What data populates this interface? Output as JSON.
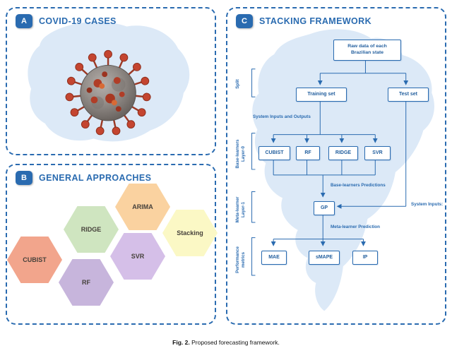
{
  "colors": {
    "accent": "#2a6bb0",
    "map_fill": "#dce9f7"
  },
  "panel_a": {
    "badge": "A",
    "title": "COVID-19 CASES"
  },
  "panel_b": {
    "badge": "B",
    "title": "GENERAL APPROACHES",
    "hexagons": [
      {
        "label": "CUBIST",
        "color": "#f2a58c"
      },
      {
        "label": "RIDGE",
        "color": "#cfe5c0"
      },
      {
        "label": "ARIMA",
        "color": "#fad2a0"
      },
      {
        "label": "RF",
        "color": "#c7b5dc"
      },
      {
        "label": "SVR",
        "color": "#d5bfe8"
      },
      {
        "label": "Stacking",
        "color": "#fbf8c5"
      }
    ]
  },
  "panel_c": {
    "badge": "C",
    "title": "STACKING FRAMEWORK",
    "nodes": {
      "raw_line1": "Raw data of each",
      "raw_line2": "Brazilian state",
      "training": "Training set",
      "test": "Test set",
      "cubist": "CUBIST",
      "rf": "RF",
      "ridge": "RIDGE",
      "svr": "SVR",
      "gp": "GP",
      "mae": "MAE",
      "smape": "sMAPE",
      "ip": "IP"
    },
    "labels": {
      "split": "Split",
      "system_io": "System Inputs and Outputs",
      "base_layer_line1": "Base-learners",
      "base_layer_line2": "Layer-0",
      "base_predictions": "Base-learners Predictions",
      "meta_layer_line1": "Meta-learner",
      "meta_layer_line2": "Layer-1",
      "system_inputs": "System Inputs:",
      "meta_prediction": "Meta-learner Prediction",
      "performance_line1": "Performance",
      "performance_line2": "metrics"
    }
  },
  "caption": {
    "label": "Fig. 2.",
    "text": "Proposed forecasting framework."
  }
}
